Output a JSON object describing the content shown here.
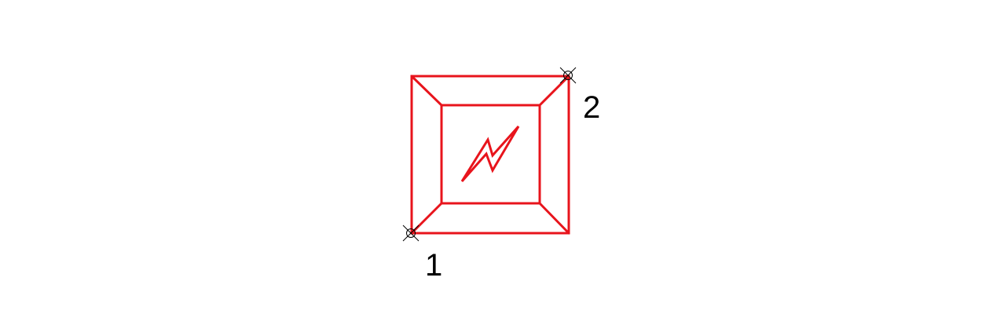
{
  "points": [
    {
      "id": "1",
      "label": "1"
    },
    {
      "id": "2",
      "label": "2"
    }
  ],
  "colors": {
    "symbol": "#e8141c",
    "marker": "#000000",
    "background": "#ffffff"
  },
  "symbol": {
    "kind": "square frame with lightning bolt",
    "icon": "lightning-bolt-icon"
  }
}
